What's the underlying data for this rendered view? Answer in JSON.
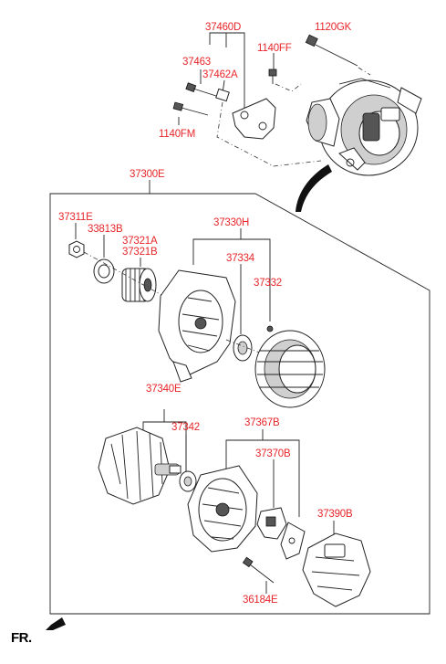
{
  "parts": {
    "p37460D": "37460D",
    "p1120GK": "1120GK",
    "p37463": "37463",
    "p1140FF": "1140FF",
    "p37462A": "37462A",
    "p1140FM": "1140FM",
    "p37300E": "37300E",
    "p37311E": "37311E",
    "p33813B": "33813B",
    "p37330H": "37330H",
    "p37321A": "37321A",
    "p37321B": "37321B",
    "p37334": "37334",
    "p37332": "37332",
    "p37340E": "37340E",
    "p37342": "37342",
    "p37367B": "37367B",
    "p37370B": "37370B",
    "p37390B": "37390B",
    "p36184E": "36184E"
  },
  "direction_marker": {
    "label": "FR.",
    "icon": "front-arrow-icon"
  },
  "colors": {
    "part_label": "#e8262a",
    "line": "#222222",
    "background": "#ffffff"
  }
}
